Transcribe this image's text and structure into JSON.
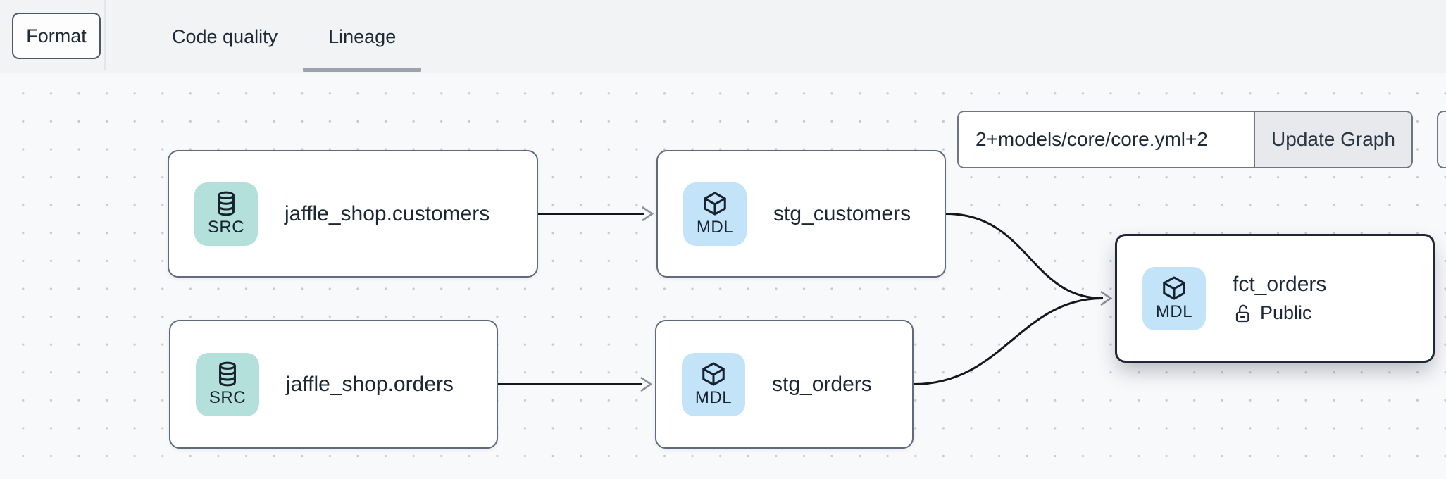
{
  "toolbar": {
    "format_label": "Format"
  },
  "tabs": [
    {
      "label": "Code quality",
      "active": false
    },
    {
      "label": "Lineage",
      "active": true
    }
  ],
  "graph_controls": {
    "selector_value": "2+models/core/core.yml+2",
    "update_button_label": "Update Graph"
  },
  "nodes": [
    {
      "id": "jaffle_shop.customers",
      "label": "jaffle_shop.customers",
      "badge": "SRC",
      "type": "source",
      "icon": "database-icon",
      "selected": false
    },
    {
      "id": "stg_customers",
      "label": "stg_customers",
      "badge": "MDL",
      "type": "model",
      "icon": "cube-icon",
      "selected": false
    },
    {
      "id": "jaffle_shop.orders",
      "label": "jaffle_shop.orders",
      "badge": "SRC",
      "type": "source",
      "icon": "database-icon",
      "selected": false
    },
    {
      "id": "stg_orders",
      "label": "stg_orders",
      "badge": "MDL",
      "type": "model",
      "icon": "cube-icon",
      "selected": false
    },
    {
      "id": "fct_orders",
      "label": "fct_orders",
      "badge": "MDL",
      "type": "model",
      "icon": "cube-icon",
      "access_label": "Public",
      "access_icon": "lock-open-icon",
      "selected": true
    }
  ],
  "edges": [
    {
      "from": "jaffle_shop.customers",
      "to": "stg_customers"
    },
    {
      "from": "jaffle_shop.orders",
      "to": "stg_orders"
    },
    {
      "from": "stg_customers",
      "to": "fct_orders"
    },
    {
      "from": "stg_orders",
      "to": "fct_orders"
    }
  ],
  "colors": {
    "header_bg": "#f2f3f5",
    "canvas_bg": "#f8f9fb",
    "canvas_dot": "#c6c9d1",
    "source_badge_bg": "#b4e0dc",
    "model_badge_bg": "#c2e3f8",
    "node_border": "#5f6b7c",
    "selected_node_border": "#1d2735",
    "edge_stroke": "#14171c",
    "arrowhead": "#8a919d",
    "tab_underline": "#9aa2ad",
    "text": "#1b2733"
  }
}
